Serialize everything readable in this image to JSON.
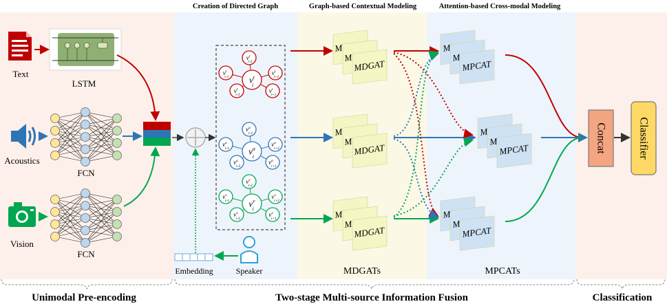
{
  "headers": {
    "graph": "Creation of Directed Graph",
    "contextual": "Graph-based Contextual Modeling",
    "crossmodal": "Attention-based Cross-modal Modeling"
  },
  "inputs": {
    "text": "Text",
    "lstm": "LSTM",
    "acoustics": "Acoustics",
    "fcn_a": "FCN",
    "vision": "Vision",
    "fcn_v": "FCN"
  },
  "graph": {
    "embedding": "Embedding",
    "speaker": "Speaker",
    "nodes": {
      "t_im2": "v_{i-2}^t",
      "t_im1": "v_{i-1}^t",
      "t_i": "v_i^t",
      "t_ip2": "v_{i+2}^t",
      "t_im3": "v_{i-3}^t",
      "t_ip1": "v_{i+1}^t",
      "a_im2": "v_{i-2}^a",
      "a_im1": "v_{i-1}^a",
      "a_i": "v_i^a",
      "a_ip2": "v_{i+2}^a",
      "a_im3": "v_{i-3}^a",
      "a_ip1": "v_{i+1}^a",
      "v_im2": "v_{i-2}^v",
      "v_im1": "v_{i-1}^v",
      "v_i": "v_i^v",
      "v_ip2": "v_{i+2}^v",
      "v_im3": "v_{i-3}^v",
      "v_ip1": "v_{i+1}^v"
    }
  },
  "mdgat": {
    "label": "MDGAT",
    "group_label": "MDGATs"
  },
  "mpcat": {
    "label": "MPCAT",
    "group_label": "MPCATs"
  },
  "classification": {
    "concat": "Concat",
    "classifier": "Classifier"
  },
  "footer": {
    "unimodal": "Unimodal Pre-encoding",
    "fusion": "Two-stage Multi-source Information Fusion",
    "classification": "Classification"
  },
  "colors": {
    "text": "#c00000",
    "acoustic": "#2e75b6",
    "visual": "#00a650",
    "bg_pink": "#fdf0ea",
    "bg_blue": "#eef4fb",
    "bg_yellow": "#fbf8e6",
    "card_yellow": "#f4f7c4",
    "card_blue": "#cfe2f3",
    "concat": "#f4a582",
    "classifier": "#ffd966"
  }
}
